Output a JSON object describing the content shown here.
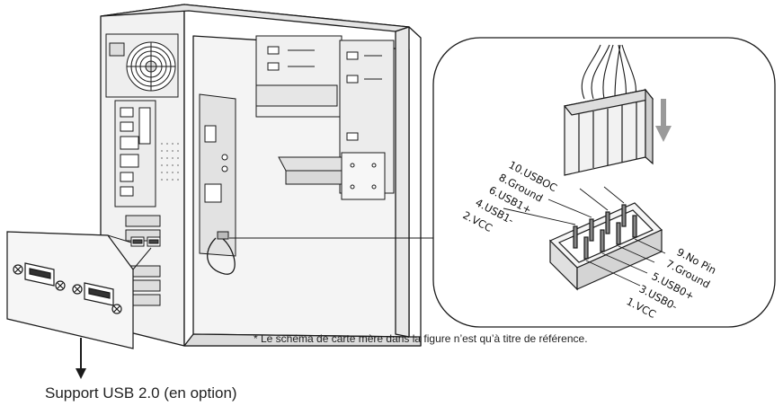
{
  "pins_left": [
    "10.USBOC",
    "8.Ground",
    "6.USB1+",
    "4.USB1-",
    "2.VCC"
  ],
  "pins_right": [
    "9.No Pin",
    "7.Ground",
    "5.USB0+",
    "3.USB0-",
    "1.VCC"
  ],
  "note": "* Le schéma de carte mère dans la figure n’est qu’à titre de référence.",
  "caption": "Support USB 2.0 (en option)",
  "colors": {
    "line": "#1a1a1a",
    "case_face": "#ffffff",
    "case_shadow": "#d0d0d0",
    "interior": "#e6e6e6",
    "arrow_gray": "#9a9a9a"
  }
}
